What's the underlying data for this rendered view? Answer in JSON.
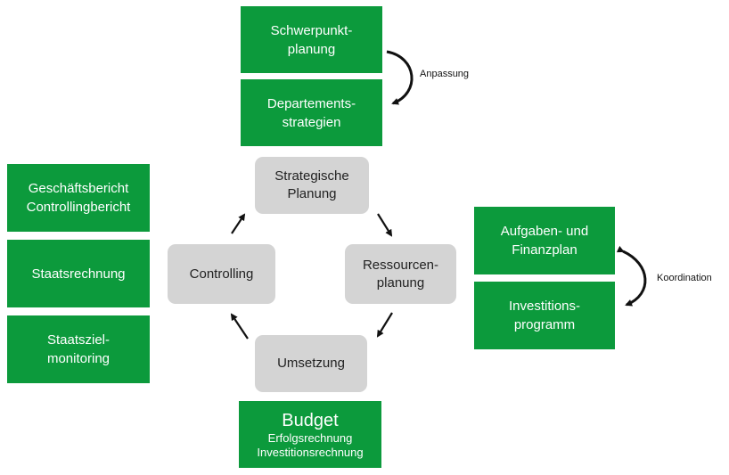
{
  "top": {
    "box1": [
      "Schwerpunkt-",
      "planung"
    ],
    "box2": [
      "Departements-",
      "strategien"
    ],
    "label": "Anpassung"
  },
  "cycle": {
    "strategic": [
      "Strategische",
      "Planung"
    ],
    "resource": [
      "Ressourcen-",
      "planung"
    ],
    "implementation": "Umsetzung",
    "controlling": "Controlling"
  },
  "left": {
    "report": [
      "Geschäftsbericht",
      "Controllingbericht"
    ],
    "accounts": "Staatsrechnung",
    "monitoring": [
      "Staatsziel-",
      "monitoring"
    ]
  },
  "right": {
    "plan": [
      "Aufgaben- und",
      "Finanzplan"
    ],
    "invest": [
      "Investitions-",
      "programm"
    ],
    "label": "Koordination"
  },
  "bottom": {
    "title": "Budget",
    "lines": [
      "Erfolgsrechnung",
      "Investitionsrechnung"
    ]
  },
  "colors": {
    "green": "#0c9a3c",
    "grey": "#d4d4d4",
    "arrow": "#111111"
  }
}
